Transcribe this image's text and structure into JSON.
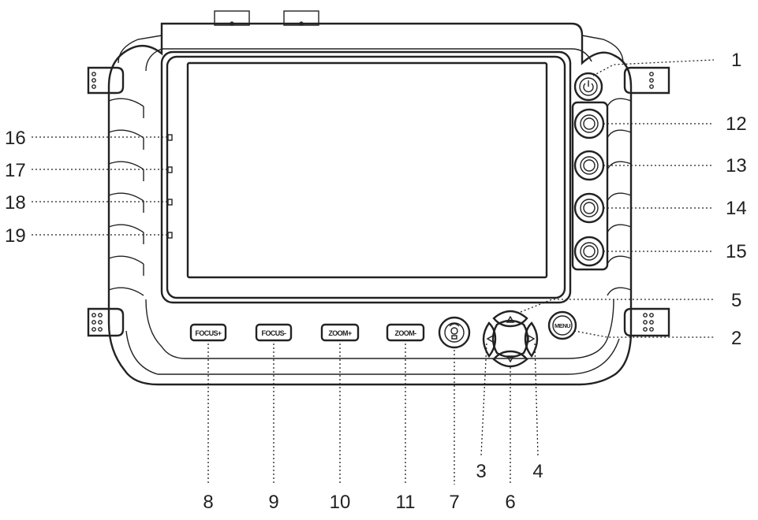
{
  "callouts": {
    "c1": "1",
    "c2": "2",
    "c3": "3",
    "c4": "4",
    "c5": "5",
    "c6": "6",
    "c7": "7",
    "c8": "8",
    "c9": "9",
    "c10": "10",
    "c11": "11",
    "c12": "12",
    "c13": "13",
    "c14": "14",
    "c15": "15",
    "c16": "16",
    "c17": "17",
    "c18": "18",
    "c19": "19"
  },
  "buttons": {
    "focus_plus": "FOCUS+",
    "focus_minus": "FOCUS-",
    "zoom_plus": "ZOOM+",
    "zoom_minus": "ZOOM-",
    "menu": "MENU"
  },
  "icons": {
    "power": "power-icon",
    "joystick": "joystick-icon",
    "dpad_up": "triangle-up-icon",
    "dpad_down": "triangle-down-icon",
    "dpad_left": "triangle-left-icon",
    "dpad_right": "triangle-right-icon"
  },
  "colors": {
    "line": "#222222",
    "background": "#ffffff"
  }
}
